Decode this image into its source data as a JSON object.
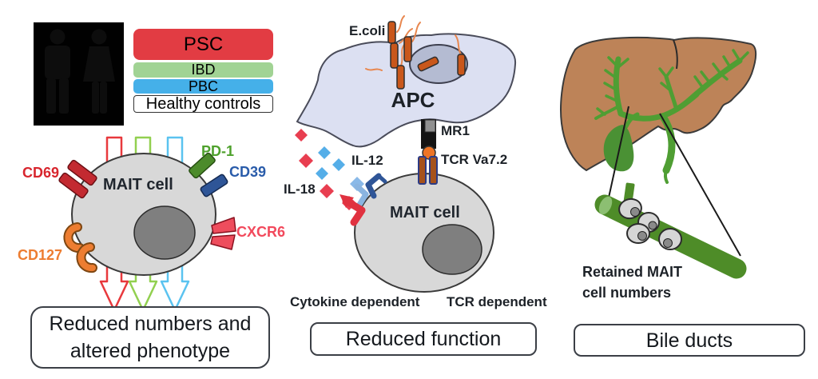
{
  "figure": {
    "left_panel": {
      "legend": [
        {
          "label": "PSC",
          "color": "#e23c43"
        },
        {
          "label": "IBD",
          "color": "#a1d394"
        },
        {
          "label": "PBC",
          "color": "#45b0e9"
        },
        {
          "label": "Healthy controls",
          "color": "#ffffff"
        }
      ],
      "cell_label": "MAIT cell",
      "markers": [
        {
          "label": "CD69",
          "color": "#d8262e"
        },
        {
          "label": "CD127",
          "color": "#ed7d31"
        },
        {
          "label": "PD-1",
          "color": "#4ea12c"
        },
        {
          "label": "CD39",
          "color": "#2a5caa"
        },
        {
          "label": "CXCR6",
          "color": "#f2495c"
        }
      ],
      "arrow_colors": [
        "#e8393d",
        "#92d050",
        "#5bc3f0"
      ],
      "caption_line1": "Reduced numbers and",
      "caption_line2": "altered phenotype"
    },
    "middle_panel": {
      "ecoli_label": "E.coli",
      "apc_label": "APC",
      "mr1_label": "MR1",
      "tcr_label": "TCR Va7.2",
      "il12_label": "IL-12",
      "il18_label": "IL-18",
      "cell_label": "MAIT cell",
      "pathway_left": "Cytokine dependent",
      "pathway_right": "TCR dependent",
      "caption": "Reduced function",
      "il12_color": "#55aee8",
      "il18_color": "#e83e50"
    },
    "right_panel": {
      "retained_line1": "Retained MAIT",
      "retained_line2": "cell numbers",
      "caption": "Bile ducts",
      "liver_color": "#bd8358",
      "bile_duct_color": "#4f9e33"
    }
  }
}
